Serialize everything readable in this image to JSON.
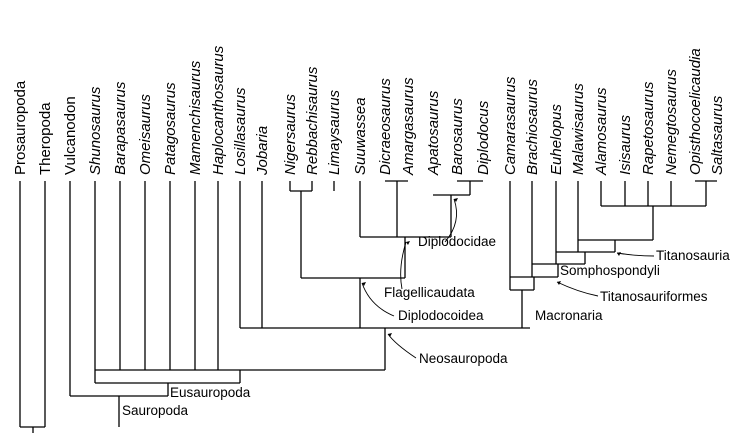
{
  "taxa": [
    {
      "label": "Prosauropoda",
      "italic": false
    },
    {
      "label": "Theropoda",
      "italic": false
    },
    {
      "label": "Vulcanodon",
      "italic": false
    },
    {
      "label": "Shunosaurus",
      "italic": true
    },
    {
      "label": "Barapasaurus",
      "italic": true
    },
    {
      "label": "Omeisaurus",
      "italic": true
    },
    {
      "label": "Patagosaurus",
      "italic": true
    },
    {
      "label": "Mamenchisaurus",
      "italic": true
    },
    {
      "label": "Haplocanthosaurus",
      "italic": true
    },
    {
      "label": "Losillasaurus",
      "italic": true
    },
    {
      "label": "Jobaria",
      "italic": true
    },
    {
      "label": "Nigersaurus",
      "italic": true
    },
    {
      "label": "Rebbachisaurus",
      "italic": true
    },
    {
      "label": "Limaysaurus",
      "italic": true
    },
    {
      "label": "Suuwassea",
      "italic": true
    },
    {
      "label": "Dicraeosaurus",
      "italic": true
    },
    {
      "label": "Amargasaurus",
      "italic": true
    },
    {
      "label": "Apatosaurus",
      "italic": true
    },
    {
      "label": "Barosaurus",
      "italic": true
    },
    {
      "label": "Diplodocus",
      "italic": true
    },
    {
      "label": "Camarasaurus",
      "italic": true
    },
    {
      "label": "Brachiosaurus",
      "italic": true
    },
    {
      "label": "Euhelopus",
      "italic": true
    },
    {
      "label": "Malawisaurus",
      "italic": true
    },
    {
      "label": "Alamosaurus",
      "italic": true
    },
    {
      "label": "Isisaurus",
      "italic": true
    },
    {
      "label": "Rapetosaurus",
      "italic": true
    },
    {
      "label": "Nemegtosaurus",
      "italic": true
    },
    {
      "label": "Opisthocoelicaudia",
      "italic": true
    },
    {
      "label": "Saltasaurus",
      "italic": true
    }
  ],
  "clades": [
    {
      "label": "Sauropoda"
    },
    {
      "label": "Eusauropoda"
    },
    {
      "label": "Neosauropoda"
    },
    {
      "label": "Diplodocoidea"
    },
    {
      "label": "Flagellicaudata"
    },
    {
      "label": "Diplodocidae"
    },
    {
      "label": "Macronaria"
    },
    {
      "label": "Titanosauriformes"
    },
    {
      "label": "Somphospondyli"
    },
    {
      "label": "Titanosauria"
    }
  ]
}
